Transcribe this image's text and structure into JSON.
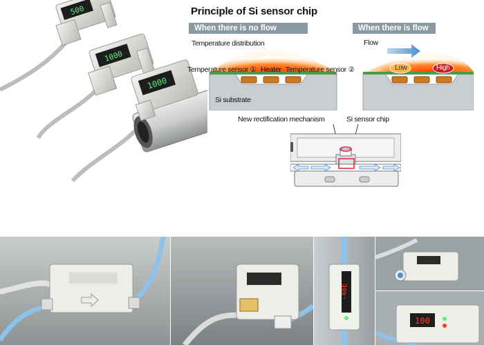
{
  "diagram": {
    "title": "Principle of Si sensor chip",
    "banner_no_flow": "When there is no flow",
    "banner_flow": "When there is flow",
    "temperature_distribution": "Temperature distribution",
    "flow": "Flow",
    "temperature_sensor_1": "Temperature sensor ①",
    "heater": "Heater",
    "temperature_sensor_2": "Temperature sensor ②",
    "low": "Low",
    "high": "High",
    "si_substrate": "Si substrate"
  },
  "mechanism": {
    "rectification_label": "New rectification mechanism",
    "chip_label": "Si sensor chip"
  },
  "products": {
    "display_1": "500",
    "display_2": "1000",
    "display_3": "1000"
  },
  "photos": {
    "display_vertical": "-46E",
    "display_small": "100"
  },
  "colors": {
    "banner": "#8a9aa4",
    "heat_orange": "#ff6a1a",
    "heat_yellow": "#ffd27a",
    "flow_arrow": "#4f8fd0",
    "substrate_gray": "#c8ced2",
    "rectification_red": "#e0203c",
    "led_green": "#5cf07a",
    "led_red": "#ff3a2a",
    "tube_blue": "#8ec2e8"
  }
}
